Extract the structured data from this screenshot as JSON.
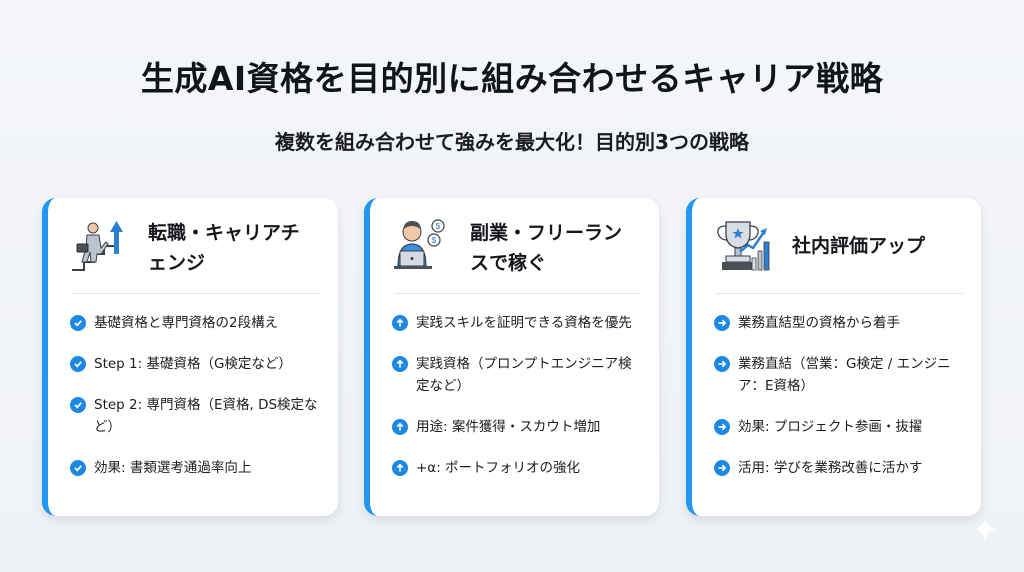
{
  "header": {
    "title": "生成AI資格を目的別に組み合わせるキャリア戦略",
    "subtitle": "複数を組み合わせて強みを最大化！目的別3つの戦略"
  },
  "colors": {
    "accent": "#2196f3",
    "bullet": "#1e88e5",
    "background": "#f1f3f6",
    "card": "#ffffff"
  },
  "cards": [
    {
      "icon": "career-stairs-icon",
      "title": "転職・キャリアチェンジ",
      "bullet_icon": "check-circle-icon",
      "items": [
        "基礎資格と専門資格の2段構え",
        "Step 1: 基礎資格（G検定など）",
        "Step 2: 専門資格（E資格, DS検定など）",
        "効果: 書類選考通過率向上"
      ]
    },
    {
      "icon": "freelancer-laptop-icon",
      "title": "副業・フリーランスで稼ぐ",
      "bullet_icon": "arrow-up-circle-icon",
      "items": [
        "実践スキルを証明できる資格を優先",
        "実践資格（プロンプトエンジニア検定など）",
        "用途: 案件獲得・スカウト増加",
        "+α: ポートフォリオの強化"
      ]
    },
    {
      "icon": "trophy-growth-icon",
      "title": "社内評価アップ",
      "bullet_icon": "arrow-right-circle-icon",
      "items": [
        "業務直結型の資格から着手",
        "業務直結（営業：G検定 / エンジニア：E資格）",
        "効果: プロジェクト参画・抜擢",
        "活用: 学びを業務改善に活かす"
      ]
    }
  ]
}
